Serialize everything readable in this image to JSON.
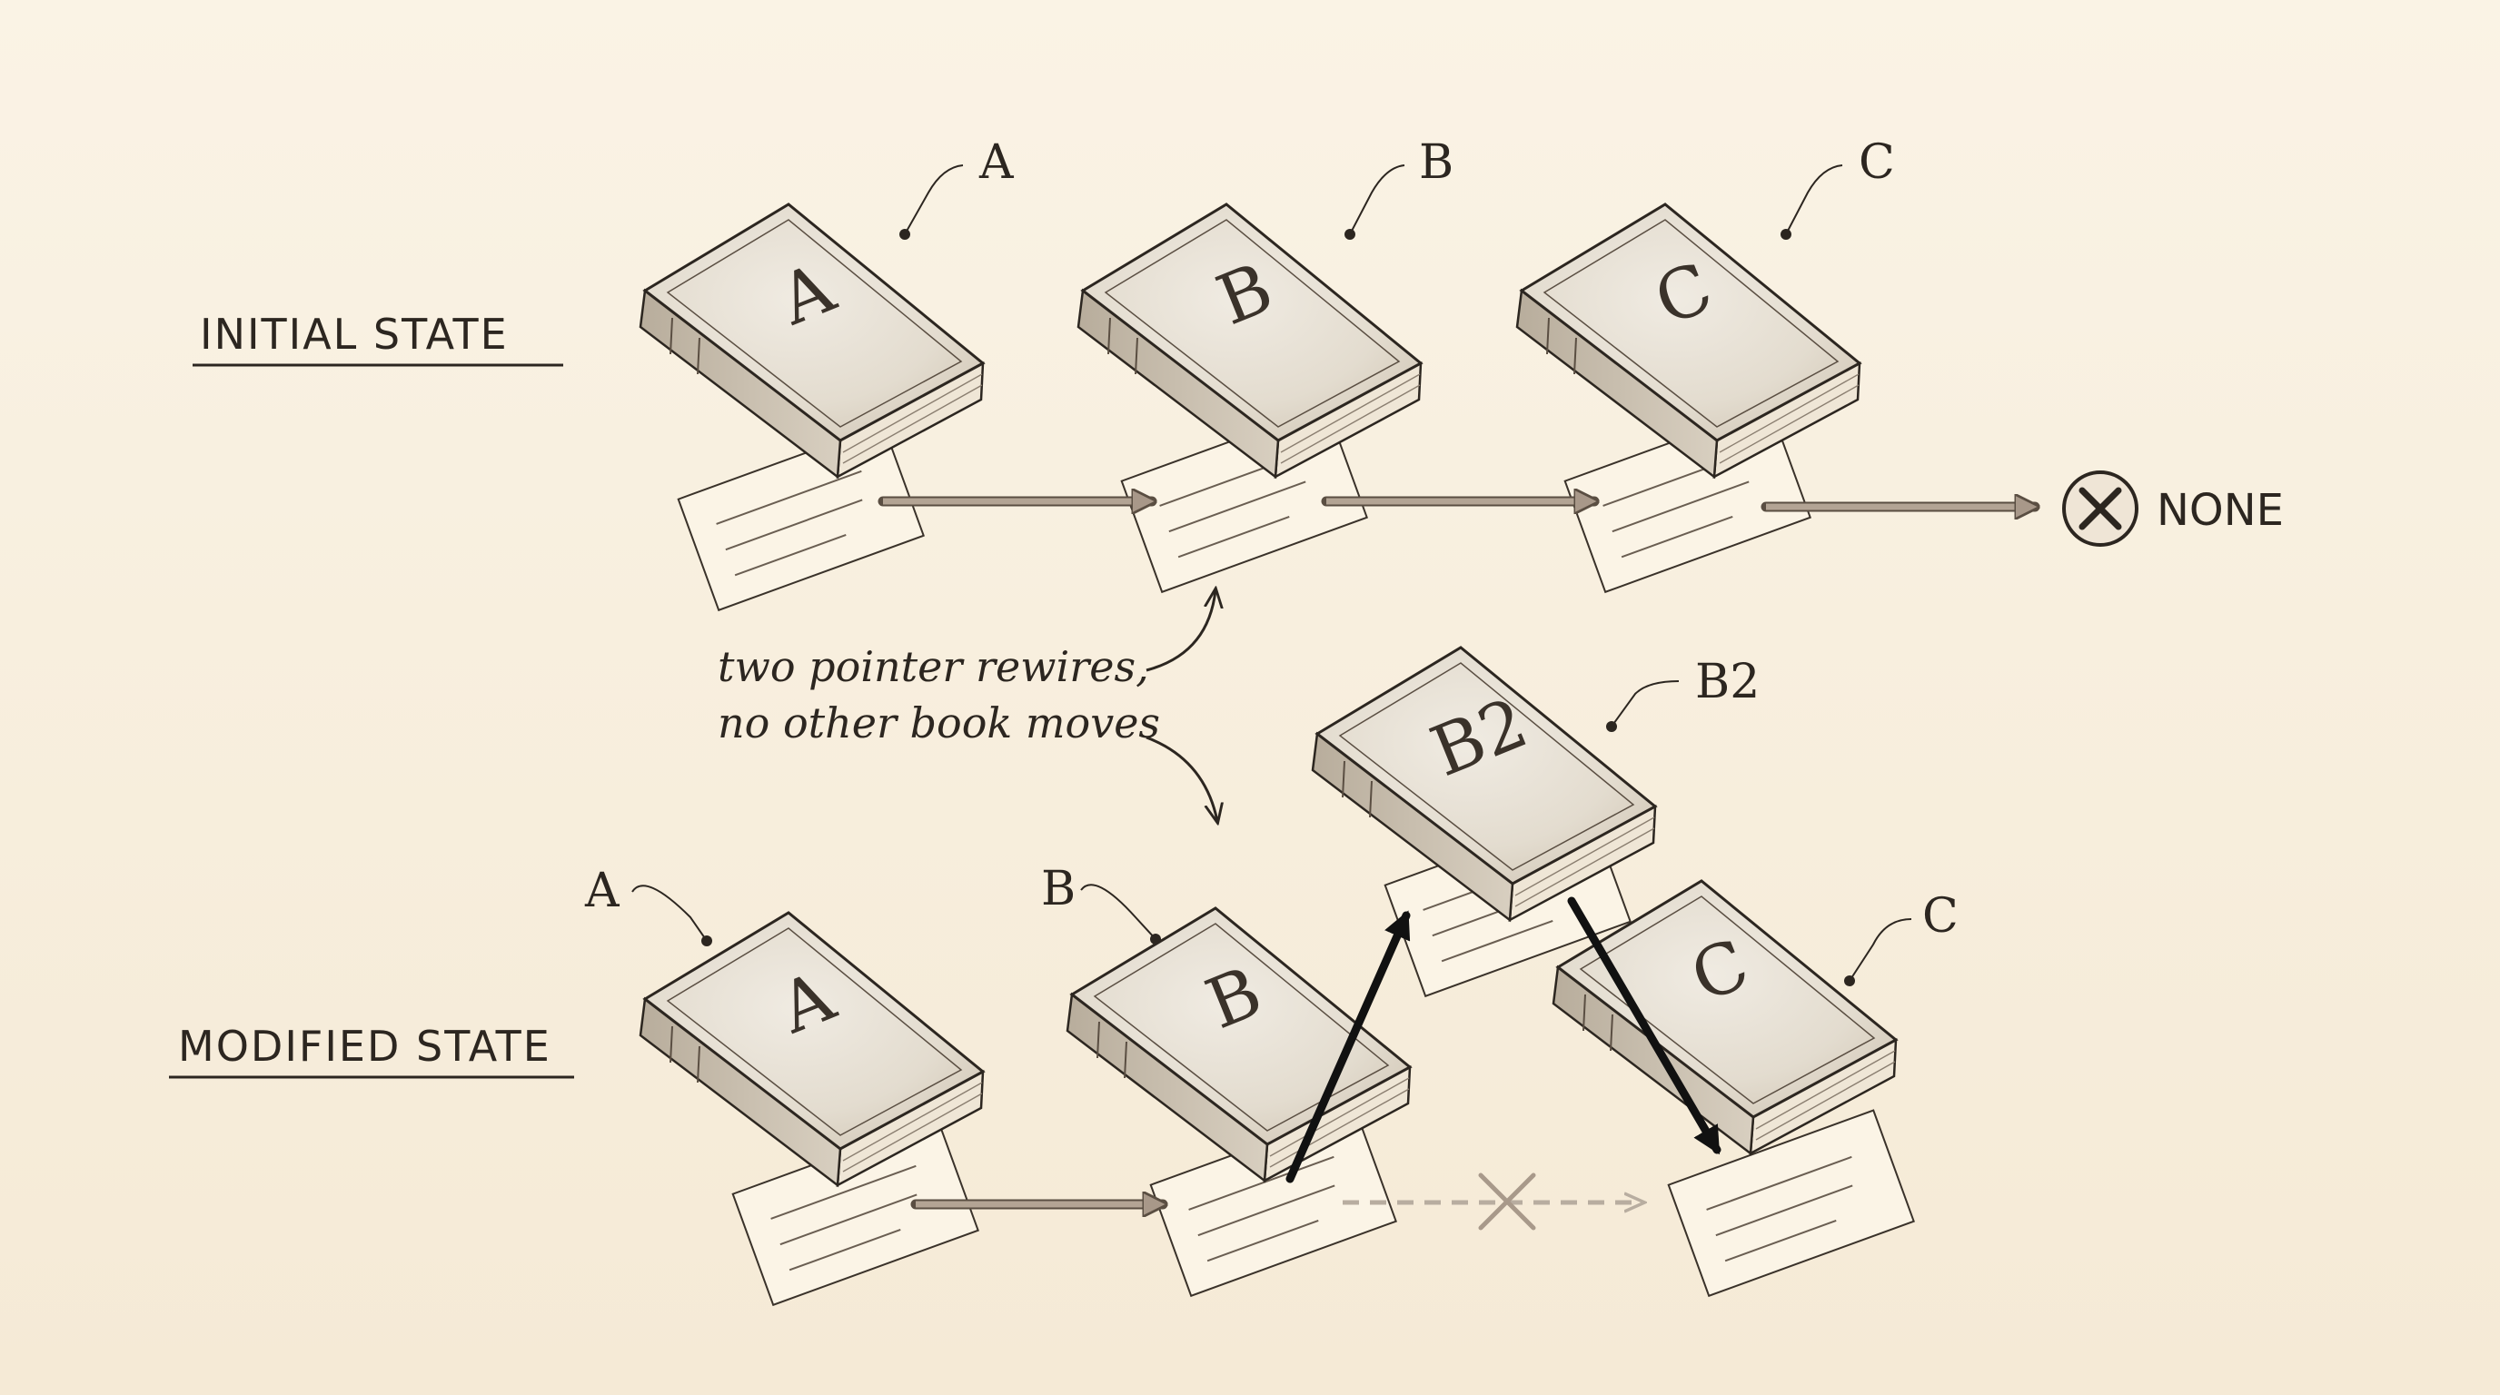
{
  "rows": {
    "initial": {
      "label": "INITIAL STATE"
    },
    "modified": {
      "label": "MODIFIED STATE"
    }
  },
  "books": {
    "initial": [
      {
        "id": "A",
        "cover_letter": "A",
        "callout": "A"
      },
      {
        "id": "B",
        "cover_letter": "B",
        "callout": "B"
      },
      {
        "id": "C",
        "cover_letter": "C",
        "callout": "C"
      }
    ],
    "modified": [
      {
        "id": "A",
        "cover_letter": "A",
        "callout": "A"
      },
      {
        "id": "B",
        "cover_letter": "B",
        "callout": "B"
      },
      {
        "id": "B2",
        "cover_letter": "B2",
        "callout": "B2"
      },
      {
        "id": "C",
        "cover_letter": "C",
        "callout": "C"
      }
    ]
  },
  "terminal": {
    "label": "NONE",
    "icon": "x-circle-icon"
  },
  "annotation": {
    "line1": "two pointer rewires,",
    "line2": "no other book moves"
  },
  "colors": {
    "background": "#f8f0e0",
    "ink": "#2c2620",
    "arrow_fill": "#b3a494",
    "new_pointer": "#111111",
    "removed_pointer": "#b8ada0"
  }
}
